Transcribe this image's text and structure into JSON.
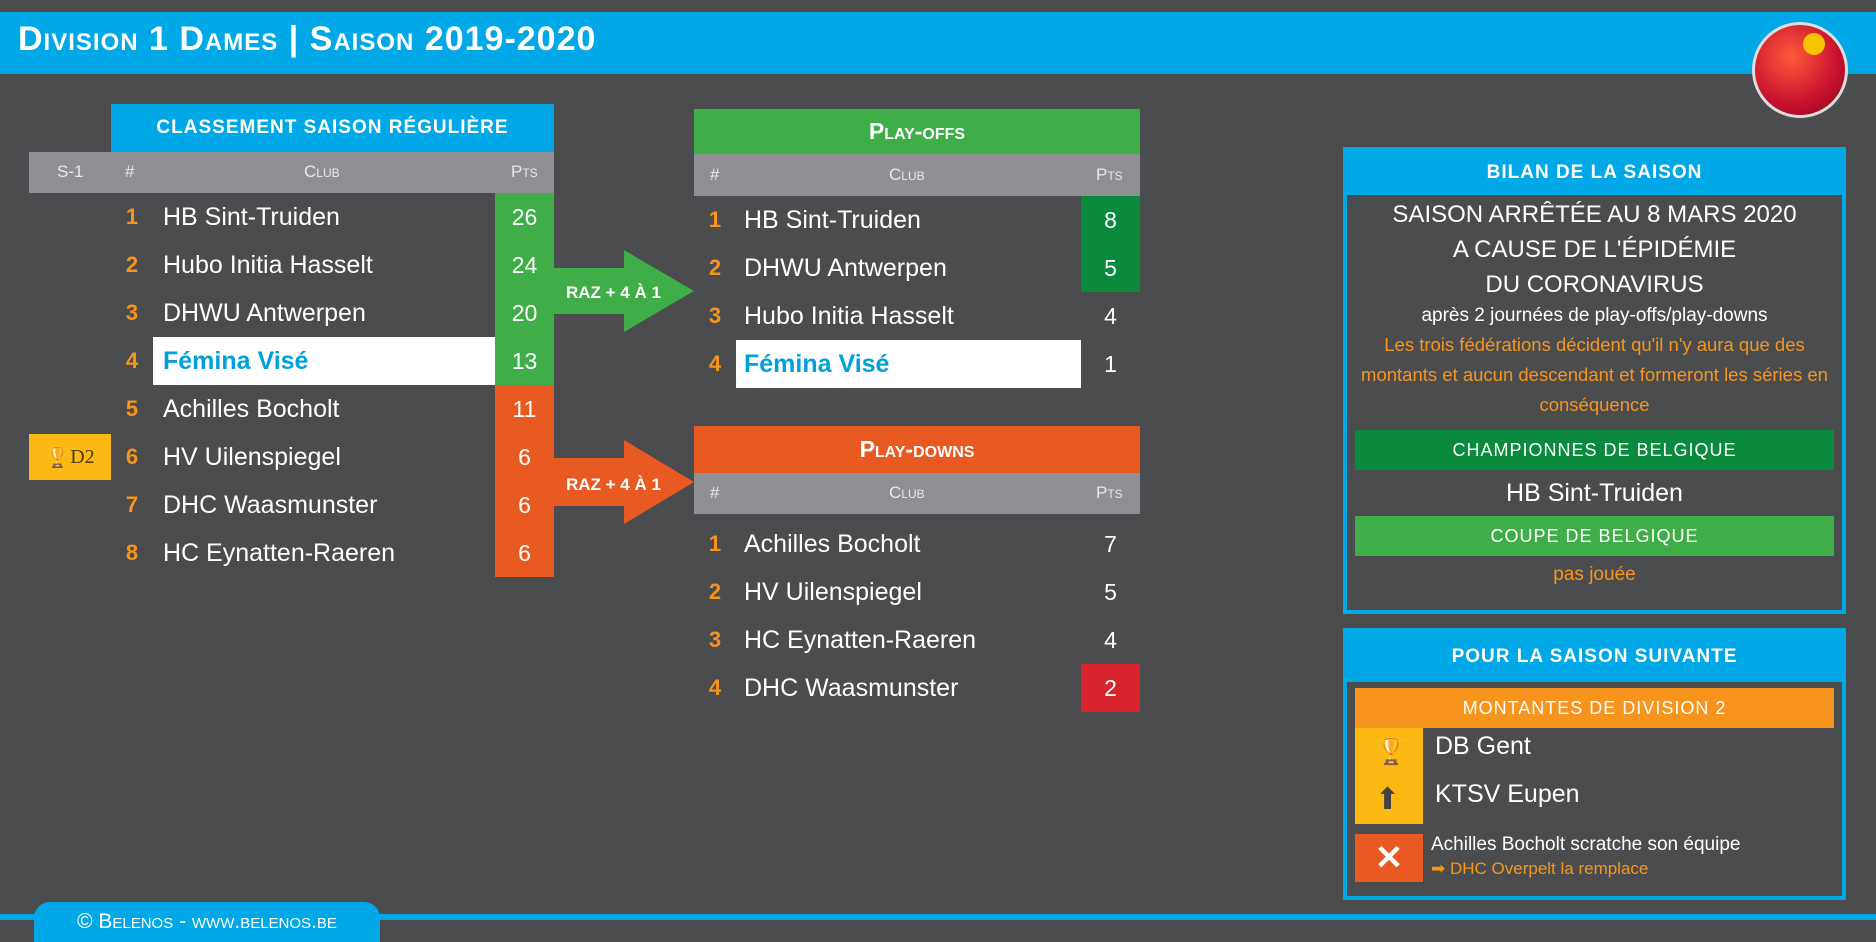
{
  "header": {
    "title": "Division 1 Dames | Saison 2019-2020"
  },
  "regular": {
    "title": "CLASSEMENT SAISON RÉGULIÈRE",
    "cols": {
      "prev": "S-1",
      "rank": "#",
      "club": "Club",
      "pts": "Pts"
    },
    "badge": "D2",
    "rows": [
      {
        "rank": "1",
        "club": "HB Sint-Truiden",
        "pts": "26"
      },
      {
        "rank": "2",
        "club": "Hubo Initia Hasselt",
        "pts": "24"
      },
      {
        "rank": "3",
        "club": "DHWU Antwerpen",
        "pts": "20"
      },
      {
        "rank": "4",
        "club": "Fémina Visé",
        "pts": "13"
      },
      {
        "rank": "5",
        "club": "Achilles Bocholt",
        "pts": "11"
      },
      {
        "rank": "6",
        "club": "HV Uilenspiegel",
        "pts": "6"
      },
      {
        "rank": "7",
        "club": "DHC Waasmunster",
        "pts": "6"
      },
      {
        "rank": "8",
        "club": "HC Eynatten-Raeren",
        "pts": "6"
      }
    ]
  },
  "arrows": {
    "playoffs": "RAZ + 4 À 1",
    "playdowns": "RAZ + 4 À 1"
  },
  "playoffs": {
    "title": "Play-offs",
    "cols": {
      "rank": "#",
      "club": "Club",
      "pts": "Pts"
    },
    "rows": [
      {
        "rank": "1",
        "club": "HB Sint-Truiden",
        "pts": "8"
      },
      {
        "rank": "2",
        "club": "DHWU Antwerpen",
        "pts": "5"
      },
      {
        "rank": "3",
        "club": "Hubo Initia Hasselt",
        "pts": "4"
      },
      {
        "rank": "4",
        "club": "Fémina Visé",
        "pts": "1"
      }
    ]
  },
  "playdowns": {
    "title": "Play-downs",
    "cols": {
      "rank": "#",
      "club": "Club",
      "pts": "Pts"
    },
    "rows": [
      {
        "rank": "1",
        "club": "Achilles Bocholt",
        "pts": "7"
      },
      {
        "rank": "2",
        "club": "HV Uilenspiegel",
        "pts": "5"
      },
      {
        "rank": "3",
        "club": "HC Eynatten-Raeren",
        "pts": "4"
      },
      {
        "rank": "4",
        "club": "DHC Waasmunster",
        "pts": "2"
      }
    ]
  },
  "bilan": {
    "title": "BILAN DE LA SAISON",
    "line1": "SAISON ARRÊTÉE AU 8 MARS 2020",
    "line2": "A CAUSE DE L'ÉPIDÉMIE",
    "line3": "DU CORONAVIRUS",
    "line4": "après 2 journées de play-offs/play-downs",
    "note": "Les trois fédérations décident qu'il n'y aura que des montants et aucun descendant et formeront les séries en conséquence",
    "champions_label": "CHAMPIONNES DE BELGIQUE",
    "champion": "HB Sint-Truiden",
    "cup_label": "COUPE DE BELGIQUE",
    "cup_result": "pas jouée"
  },
  "next": {
    "title": "POUR LA SAISON SUIVANTE",
    "promoted_label": "MONTANTES DE DIVISION 2",
    "promoted": [
      "DB Gent",
      "KTSV Eupen"
    ],
    "withdrawn": "Achilles Bocholt scratche son équipe",
    "replacement": "DHC Overpelt la remplace"
  },
  "footer": {
    "credit": "© Belenos - www.belenos.be"
  }
}
